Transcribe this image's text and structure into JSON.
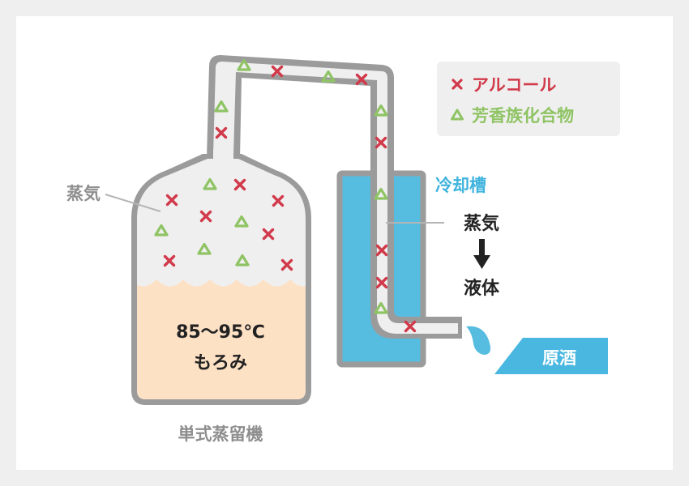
{
  "legend": {
    "alcohol": "アルコール",
    "aromatic": "芳香族化合物"
  },
  "labels": {
    "vapor_left": "蒸気",
    "cooling_tank": "冷却槽",
    "vapor_right": "蒸気",
    "liquid": "液体",
    "temperature": "85〜95℃",
    "moromi": "もろみ",
    "still_name": "単式蒸留機",
    "output": "原酒"
  },
  "icons": {
    "alcohol": "cross-icon",
    "aromatic": "triangle-icon",
    "flow": "arrow-down-icon"
  },
  "colors": {
    "background": "#efefef",
    "card": "#ffffff",
    "outline": "#9b9b9c",
    "vapor": "#f0efef",
    "mash": "#fde1c5",
    "coolant": "#56bde0",
    "alcohol": "#d13a4a",
    "aromatic": "#8fc465",
    "legend_box": "#f0efef",
    "cooling_label": "#3fb3dd",
    "output_label": "#4ab7e0",
    "dark_text": "#222222",
    "gray_text": "#8e8e8e"
  }
}
